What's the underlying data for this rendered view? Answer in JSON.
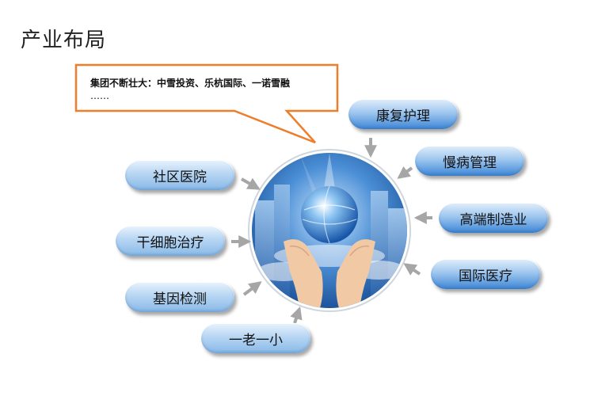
{
  "page": {
    "title": "产业布局"
  },
  "callout": {
    "text": "集团不断壮大：中雪投资、乐杭国际、一诺雪融",
    "more": "……",
    "border_color": "#ee7d2c"
  },
  "left_items": [
    {
      "label": "社区医院"
    },
    {
      "label": "干细胞治疗"
    },
    {
      "label": "基因检测"
    },
    {
      "label": "一老一小"
    }
  ],
  "right_items": [
    {
      "label": "康复护理"
    },
    {
      "label": "慢病管理"
    },
    {
      "label": "高端制造业"
    },
    {
      "label": "国际医疗"
    }
  ],
  "colors": {
    "pill_light": "#c9e0f6",
    "pill_dark": "#3d86d6",
    "arrow": "#a6a6a6"
  }
}
